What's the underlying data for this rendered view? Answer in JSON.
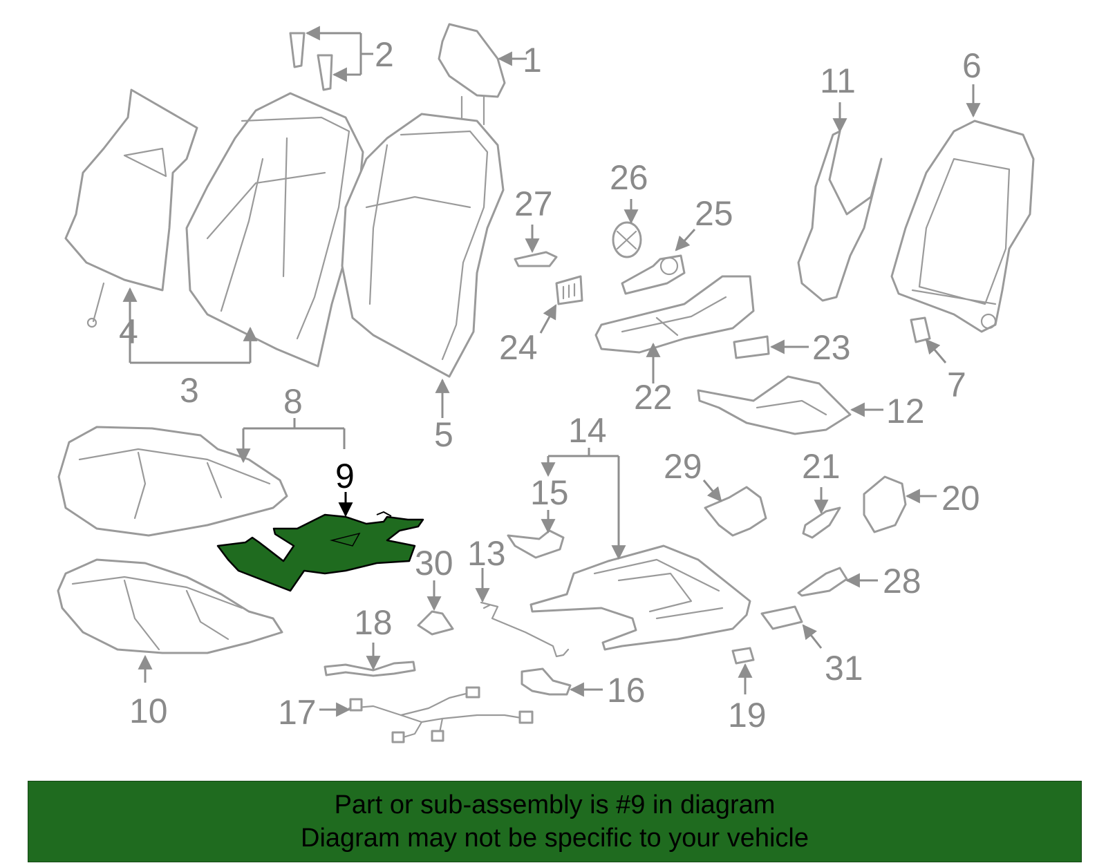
{
  "diagram": {
    "highlight_color": "#1f6b1f",
    "highlighted_part": "9",
    "callouts": [
      "1",
      "2",
      "3",
      "4",
      "5",
      "6",
      "7",
      "8",
      "9",
      "10",
      "11",
      "12",
      "13",
      "14",
      "15",
      "16",
      "17",
      "18",
      "19",
      "20",
      "21",
      "22",
      "23",
      "24",
      "25",
      "26",
      "27",
      "28",
      "29",
      "30",
      "31"
    ]
  },
  "banner": {
    "line1": "Part or sub-assembly is #9 in diagram",
    "line2": "Diagram may not be specific to your vehicle",
    "background": "#1f6b1f"
  }
}
